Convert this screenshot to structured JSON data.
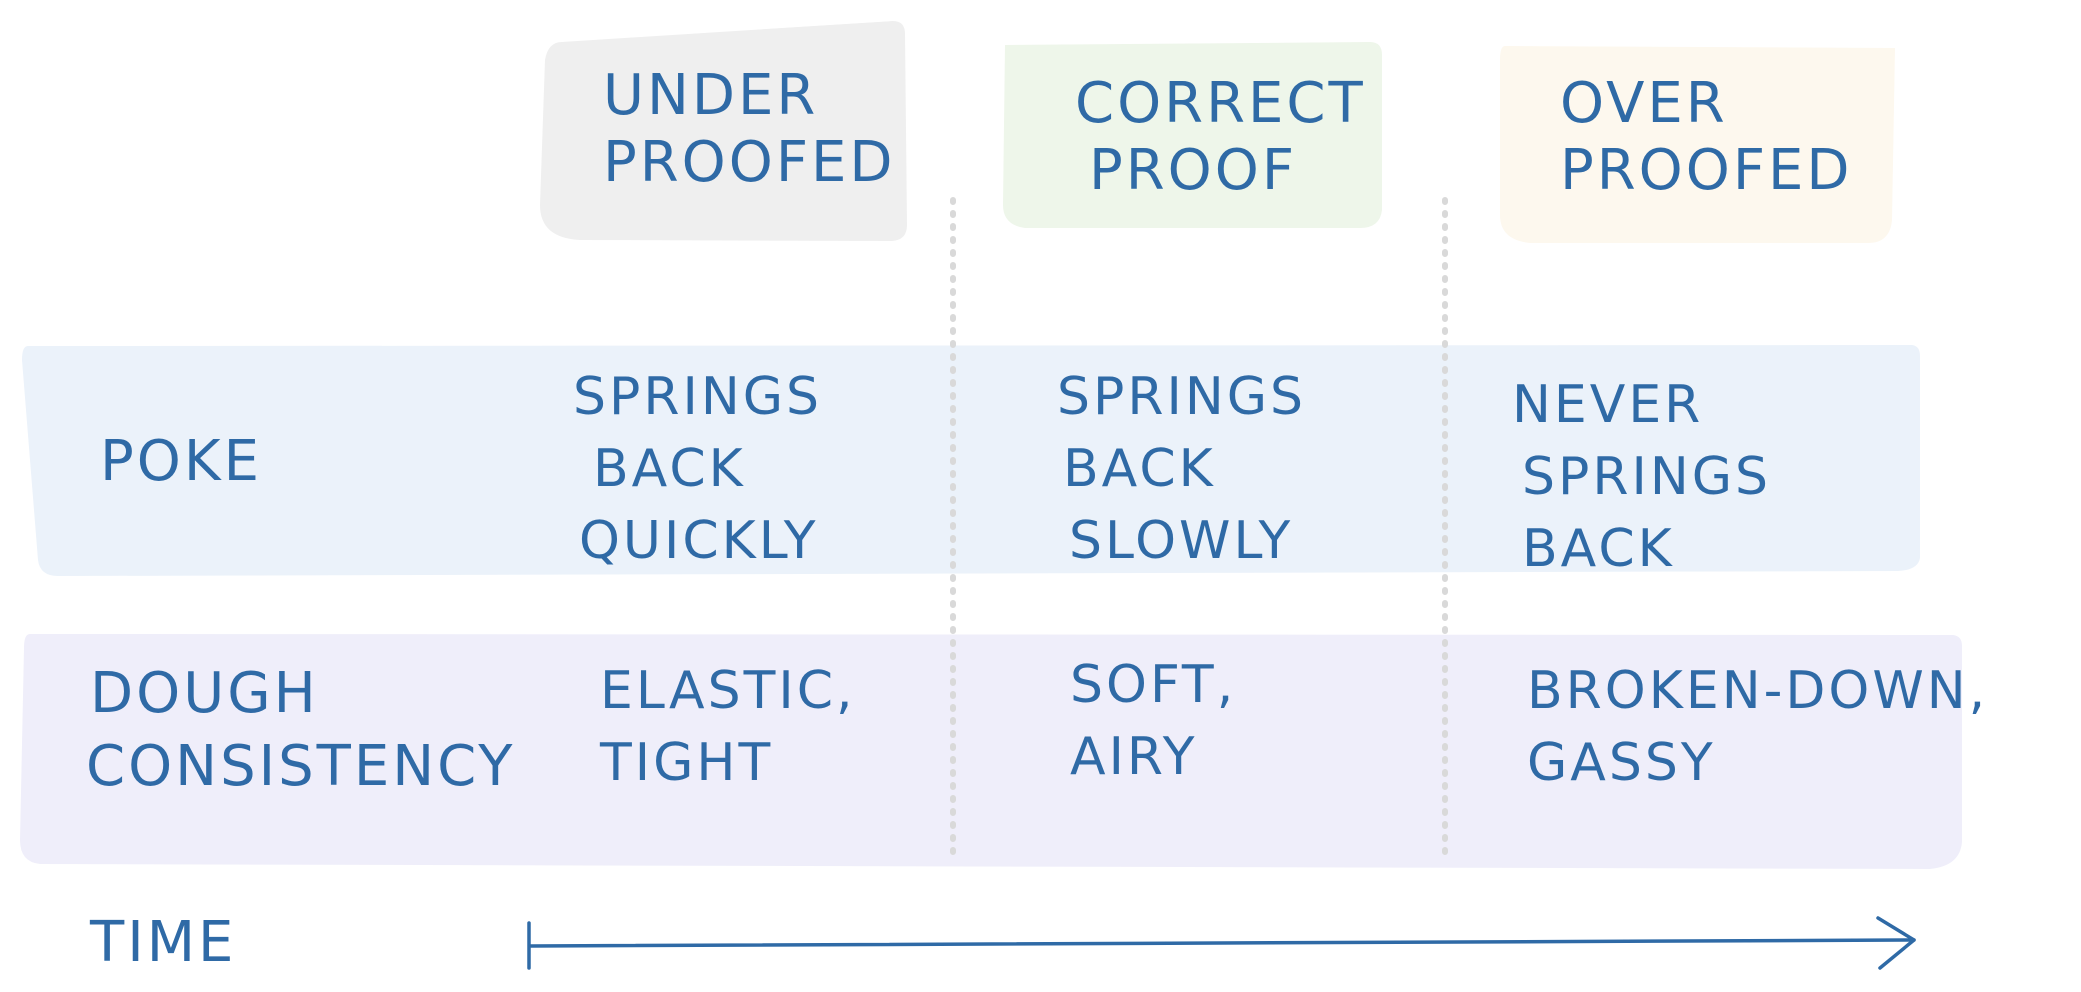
{
  "columns": [
    {
      "label_lines": [
        "UNDER",
        "PROOFED"
      ],
      "color": "#efefef"
    },
    {
      "label_lines": [
        "CORRECT",
        "PROOF"
      ],
      "color": "#eef6ea"
    },
    {
      "label_lines": [
        "OVER",
        "PROOFED"
      ],
      "color": "#fdf8ee"
    }
  ],
  "rows": [
    {
      "label_lines": [
        "POKE"
      ],
      "color": "#ebf2fa",
      "cells": [
        [
          "SPRINGS",
          "BACK",
          "QUICKLY"
        ],
        [
          "SPRINGS",
          "BACK",
          "SLOWLY"
        ],
        [
          "NEVER",
          "SPRINGS",
          "BACK"
        ]
      ]
    },
    {
      "label_lines": [
        "DOUGH",
        "CONSISTENCY"
      ],
      "color": "#efeefa",
      "cells": [
        [
          "ELASTIC,",
          "TIGHT"
        ],
        [
          "SOFT,",
          "AIRY"
        ],
        [
          "BROKEN-DOWN,",
          "GASSY"
        ]
      ]
    }
  ],
  "time_label": "TIME",
  "ink_color": "#2f6aa6",
  "divider_color": "#d9d9d9"
}
